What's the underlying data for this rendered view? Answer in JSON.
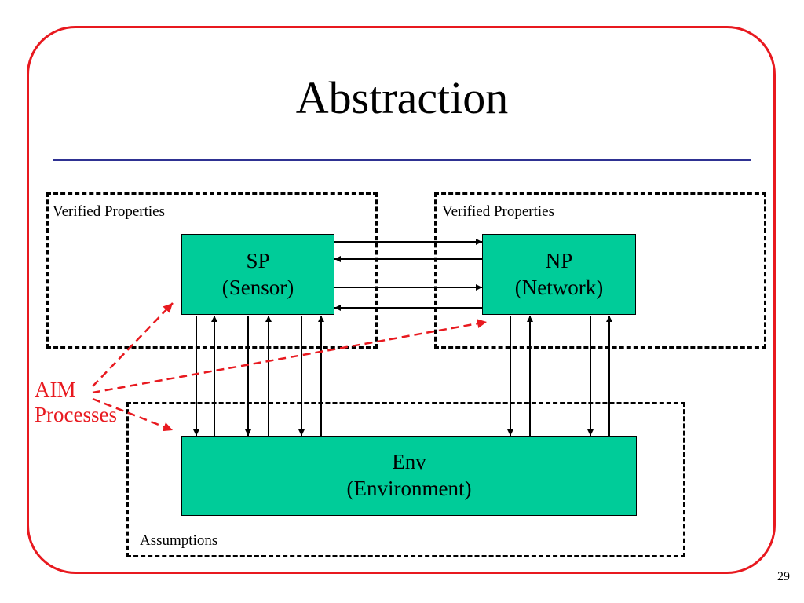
{
  "slide": {
    "title": "Abstraction",
    "page_number": "29"
  },
  "regions": {
    "sp_label": "Verified Properties",
    "np_label": "Verified Properties",
    "env_label": "Assumptions"
  },
  "nodes": {
    "sp": {
      "line1": "SP",
      "line2": "(Sensor)"
    },
    "np": {
      "line1": "NP",
      "line2": "(Network)"
    },
    "env": {
      "line1": "Env",
      "line2": "(Environment)"
    }
  },
  "annotation": {
    "line1": "AIM",
    "line2": "Processes"
  },
  "colors": {
    "frame": "#e8191f",
    "rule": "#2e3192",
    "box_fill": "#00cc99",
    "annotation": "#e8191f"
  }
}
